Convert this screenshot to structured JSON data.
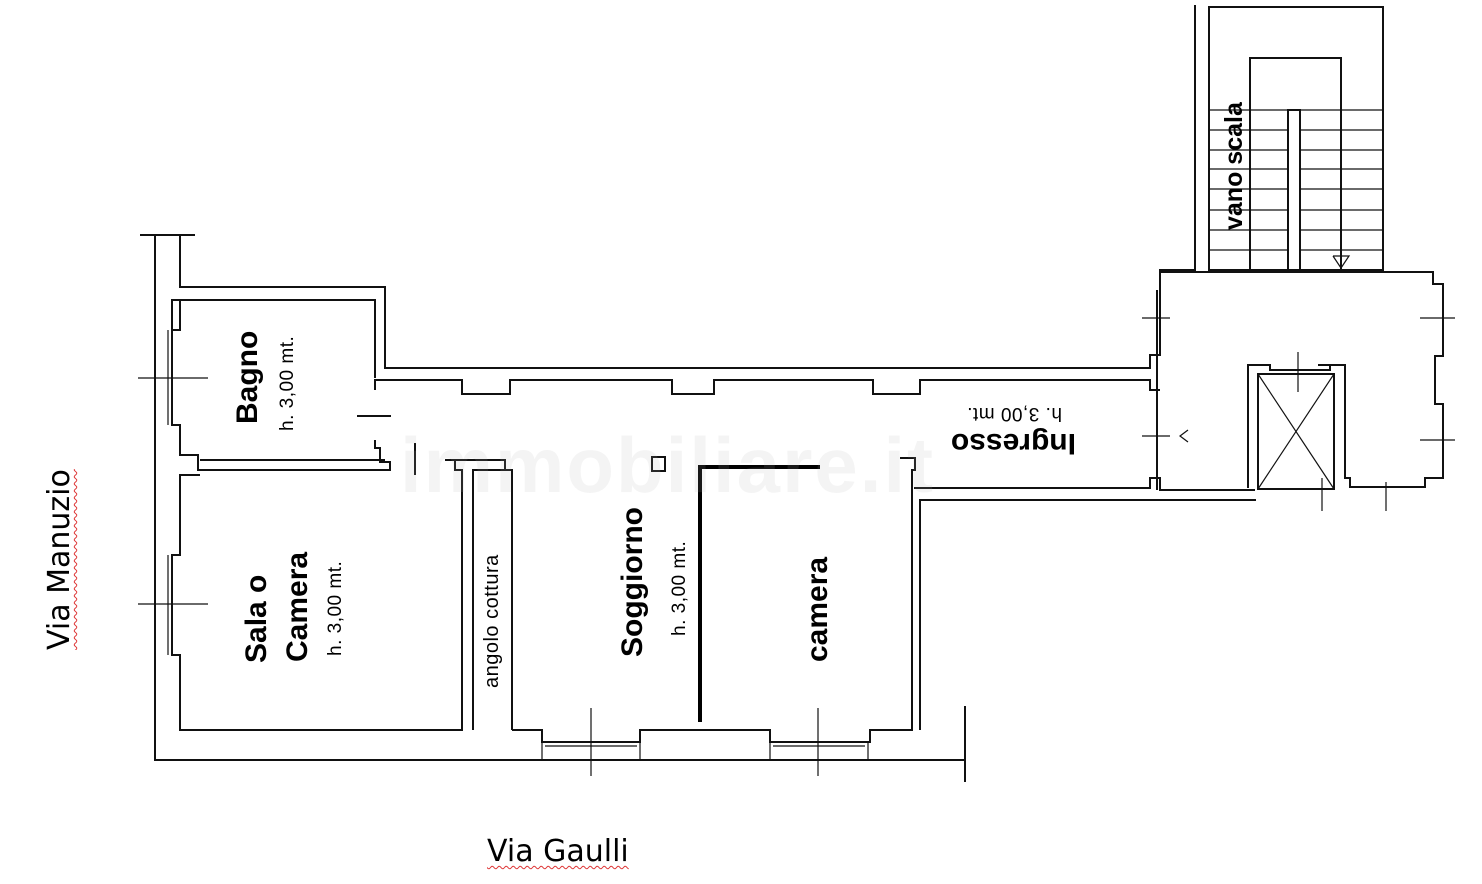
{
  "plan": {
    "type": "floor-plan",
    "watermark": "immobiliare.it",
    "stroke_color": "#111111",
    "background": "#ffffff"
  },
  "streets": {
    "west": {
      "label": "Via Manuzio",
      "underline_color": "#dd3333"
    },
    "south": {
      "label": "Via Gaulli",
      "underline_color": "#dd3333"
    }
  },
  "rooms": [
    {
      "id": "bagno",
      "name": "Bagno",
      "height": "h. 3,00 mt."
    },
    {
      "id": "sala",
      "name_line1": "Sala o",
      "name_line2": "Camera",
      "height": "h. 3,00 mt."
    },
    {
      "id": "angolo",
      "name": "angolo cottura"
    },
    {
      "id": "soggiorno",
      "name": "Soggiorno",
      "height": "h. 3,00 mt."
    },
    {
      "id": "camera",
      "name": "camera"
    },
    {
      "id": "ingresso",
      "name": "Ingresso",
      "height": "h. 3,00 mt."
    },
    {
      "id": "vano-scala",
      "name": "vano scala"
    }
  ]
}
